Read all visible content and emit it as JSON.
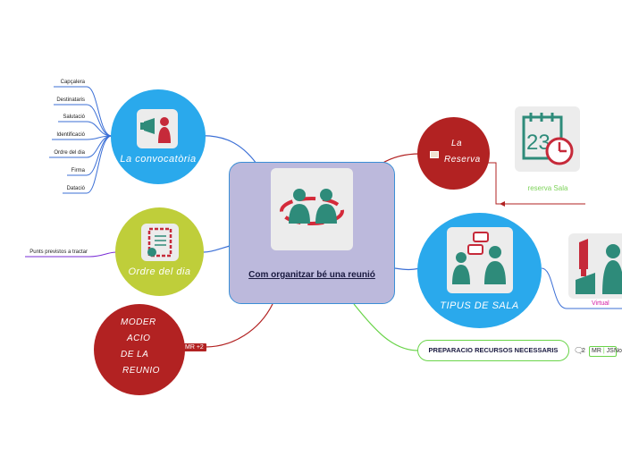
{
  "central": {
    "title": "Com organitzar bé una reunió",
    "bg": "#bcb9dc",
    "border": "#3b8fd6"
  },
  "convocatoria": {
    "label": "La convocatòria",
    "color": "#2aa9ec",
    "items": [
      "Capçalera",
      "Destinataris",
      "Salutació",
      "Identificació",
      "Ordre del dia",
      "Firma",
      "Datació"
    ]
  },
  "ordre_dia": {
    "label": "Ordre del dia",
    "color": "#bfce3a",
    "item": "Punts previstos a tractar"
  },
  "moderacio": {
    "lines": [
      "MODER",
      "ACIO",
      "DE LA",
      "REUNIO"
    ],
    "color": "#b22222",
    "tag": "MR +2"
  },
  "reserva": {
    "lines": [
      "La",
      "Reserva"
    ],
    "color": "#b22222",
    "sub_label": "reserva Sala",
    "sub_color": "#7dd35a"
  },
  "tipus_sala": {
    "label": "TIPUS DE SALA",
    "color": "#2aa9ec",
    "sub_label": "Virtual",
    "sub_color": "#d31aa3"
  },
  "preparacio": {
    "label": "PREPARACIO RECURSOS NECESSARIS",
    "border": "#6ad44a",
    "comment_count": "2",
    "tags": [
      "MR",
      "JS"
    ],
    "trailing": "No"
  }
}
